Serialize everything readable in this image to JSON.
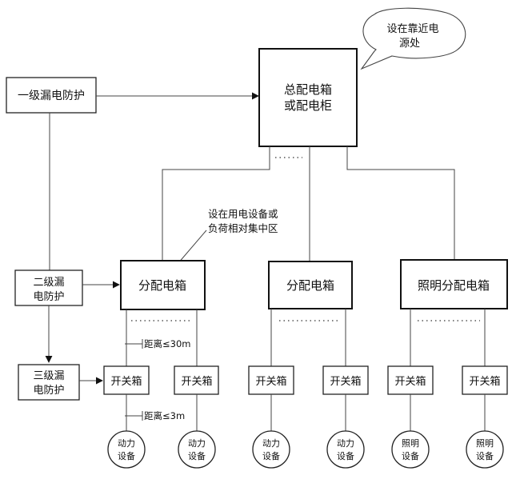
{
  "boxes": {
    "main_line1": "总配电箱",
    "main_line2": "或配电柜",
    "level1": "一级漏电防护",
    "level2_line1": "二级漏",
    "level2_line2": "电防护",
    "level3_line1": "三级漏",
    "level3_line2": "电防护",
    "dist1": "分配电箱",
    "dist2": "分配电箱",
    "lighting": "照明分配电箱",
    "switch_label": "开关箱"
  },
  "callouts": {
    "bubble_line1": "设在靠近电",
    "bubble_line2": "源处",
    "dist_note_line1": "设在用电设备或",
    "dist_note_line2": "负荷相对集中区"
  },
  "distances": {
    "d1": "距离≤30m",
    "d2": "距离≤3m"
  },
  "equipment": {
    "power_line1": "动力",
    "power_line2": "设备",
    "light_line1": "照明",
    "light_line2": "设备"
  }
}
